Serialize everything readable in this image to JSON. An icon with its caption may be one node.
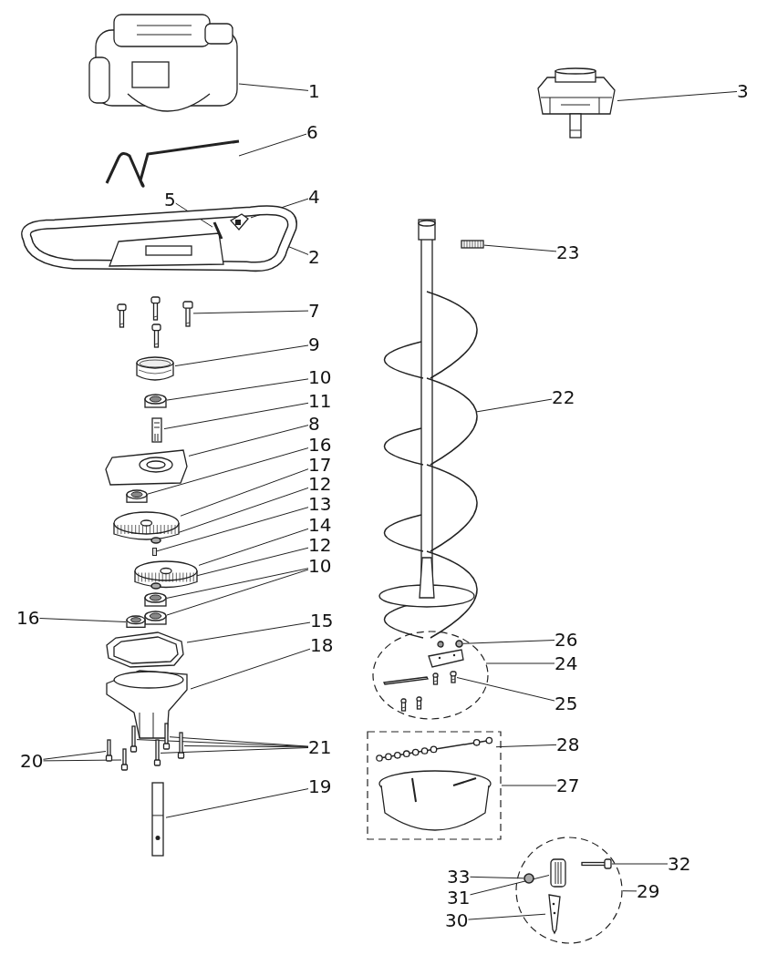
{
  "diagram": {
    "nodes": [
      {
        "text": [
          "1"
        ]
      },
      {
        "text": [],
        "shape": "picture"
      },
      {
        "text": [
          "3"
        ]
      },
      {
        "text": [],
        "shape": "picture"
      },
      {
        "text": [
          "6"
        ]
      },
      {
        "text": [],
        "shape": "picture"
      },
      {
        "text": [
          "2"
        ]
      },
      {
        "text": [],
        "shape": "picture"
      },
      {
        "text": [
          "5"
        ]
      },
      {
        "text": [],
        "shape": "picture",
        "in": 7
      },
      {
        "text": [
          "4"
        ]
      },
      {
        "text": [],
        "shape": "picture",
        "in": 7
      },
      {
        "text": [
          "7"
        ]
      },
      {
        "text": [],
        "shape": "picture"
      },
      {
        "text": [
          "9"
        ]
      },
      {
        "text": [],
        "shape": "picture"
      },
      {
        "text": [
          "10"
        ]
      },
      {
        "text": [],
        "shape": "picture"
      },
      {
        "text": [
          "11"
        ]
      },
      {
        "text": [],
        "shape": "picture"
      },
      {
        "text": [
          "8"
        ]
      },
      {
        "text": [],
        "shape": "picture"
      },
      {
        "text": [
          "16"
        ]
      },
      {
        "text": [],
        "shape": "picture"
      },
      {
        "text": [
          "17"
        ]
      },
      {
        "text": [],
        "shape": "picture"
      },
      {
        "text": [
          "12"
        ]
      },
      {
        "text": [],
        "shape": "circle"
      },
      {
        "text": [
          "13"
        ]
      },
      {
        "text": [],
        "shape": "box"
      },
      {
        "text": [
          "14"
        ]
      },
      {
        "text": [],
        "shape": "picture"
      },
      {
        "text": [
          "12"
        ]
      },
      {
        "text": [],
        "shape": "circle"
      },
      {
        "text": [
          "10"
        ]
      },
      {
        "text": [],
        "shape": "picture"
      },
      {
        "text": [],
        "shape": "picture"
      },
      {
        "text": [
          "16"
        ]
      },
      {
        "text": [],
        "shape": "picture"
      },
      {
        "text": [
          "15"
        ]
      },
      {
        "text": [],
        "shape": "picture"
      },
      {
        "text": [
          "18"
        ]
      },
      {
        "text": [],
        "shape": "picture"
      },
      {
        "text": [
          "20"
        ]
      },
      {
        "text": [],
        "shape": "picture"
      },
      {
        "text": [],
        "shape": "picture"
      },
      {
        "text": [
          "21"
        ]
      },
      {
        "text": [],
        "shape": "picture"
      },
      {
        "text": [],
        "shape": "picture"
      },
      {
        "text": [],
        "shape": "picture"
      },
      {
        "text": [],
        "shape": "picture"
      },
      {
        "text": [
          "19"
        ]
      },
      {
        "text": [],
        "shape": "picture"
      },
      {
        "text": [
          "23"
        ]
      },
      {
        "text": [],
        "shape": "picture"
      },
      {
        "text": [
          "22"
        ]
      },
      {
        "text": [],
        "shape": "picture"
      },
      {
        "text": [],
        "shape": "circle"
      },
      {
        "text": [
          "26"
        ]
      },
      {
        "text": [],
        "shape": "circle",
        "in": 57
      },
      {
        "text": [
          "24"
        ]
      },
      {
        "text": [
          "25"
        ]
      },
      {
        "text": [],
        "shape": "picture",
        "in": 57
      },
      {
        "text": [],
        "shape": "box"
      },
      {
        "text": [
          "28"
        ]
      },
      {
        "text": [],
        "shape": "picture",
        "in": 63
      },
      {
        "text": [
          "27"
        ]
      },
      {
        "text": [],
        "shape": "circle"
      },
      {
        "text": [
          "33"
        ]
      },
      {
        "text": [],
        "shape": "circle",
        "in": 67
      },
      {
        "text": [
          "32"
        ]
      },
      {
        "text": [],
        "shape": "picture",
        "in": 67
      },
      {
        "text": [
          "31"
        ]
      },
      {
        "text": [],
        "shape": "picture",
        "in": 67
      },
      {
        "text": [
          "30"
        ]
      },
      {
        "text": [],
        "shape": "picture",
        "in": 67
      },
      {
        "text": [
          "29"
        ]
      }
    ],
    "edges": [
      {
        "from": 0,
        "to": 1,
        "arrow": "none"
      },
      {
        "from": 2,
        "to": 3,
        "arrow": "none"
      },
      {
        "from": 4,
        "to": 5,
        "arrow": "none"
      },
      {
        "from": 6,
        "to": 7,
        "arrow": "none"
      },
      {
        "from": 8,
        "to": 9,
        "arrow": "none"
      },
      {
        "from": 10,
        "to": 11,
        "arrow": "none"
      },
      {
        "from": 12,
        "to": 13,
        "arrow": "none"
      },
      {
        "from": 14,
        "to": 15,
        "arrow": "none"
      },
      {
        "from": 16,
        "to": 17,
        "arrow": "none"
      },
      {
        "from": 18,
        "to": 19,
        "arrow": "none"
      },
      {
        "from": 20,
        "to": 21,
        "arrow": "none"
      },
      {
        "from": 22,
        "to": 23,
        "arrow": "none"
      },
      {
        "from": 24,
        "to": 25,
        "arrow": "none"
      },
      {
        "from": 26,
        "to": 27,
        "arrow": "none"
      },
      {
        "from": 28,
        "to": 29,
        "arrow": "none"
      },
      {
        "from": 30,
        "to": 31,
        "arrow": "none"
      },
      {
        "from": 32,
        "to": 33,
        "arrow": "none"
      },
      {
        "from": 34,
        "to": 35,
        "arrow": "none"
      },
      {
        "from": 34,
        "to": 36,
        "arrow": "none"
      },
      {
        "from": 37,
        "to": 38,
        "arrow": "none"
      },
      {
        "from": 39,
        "to": 40,
        "arrow": "none"
      },
      {
        "from": 41,
        "to": 42,
        "arrow": "none"
      },
      {
        "from": 43,
        "to": 44,
        "arrow": "none"
      },
      {
        "from": 43,
        "to": 45,
        "arrow": "none"
      },
      {
        "from": 46,
        "to": 47,
        "arrow": "none"
      },
      {
        "from": 46,
        "to": 48,
        "arrow": "none"
      },
      {
        "from": 46,
        "to": 49,
        "arrow": "none"
      },
      {
        "from": 46,
        "to": 50,
        "arrow": "none"
      },
      {
        "from": 51,
        "to": 52,
        "arrow": "none"
      },
      {
        "from": 53,
        "to": 54,
        "arrow": "none"
      },
      {
        "from": 55,
        "to": 56,
        "arrow": "none"
      },
      {
        "from": 58,
        "to": 59,
        "arrow": "none"
      },
      {
        "from": 60,
        "to": 57,
        "arrow": "none"
      },
      {
        "from": 61,
        "to": 62,
        "arrow": "none"
      },
      {
        "from": 64,
        "to": 65,
        "arrow": "none"
      },
      {
        "from": 66,
        "to": 63,
        "arrow": "none"
      },
      {
        "from": 68,
        "to": 69,
        "arrow": "none"
      },
      {
        "from": 70,
        "to": 71,
        "arrow": "none"
      },
      {
        "from": 72,
        "to": 73,
        "arrow": "none"
      },
      {
        "from": 74,
        "to": 75,
        "arrow": "none"
      },
      {
        "from": 76,
        "to": 67,
        "arrow": "none"
      }
    ]
  }
}
